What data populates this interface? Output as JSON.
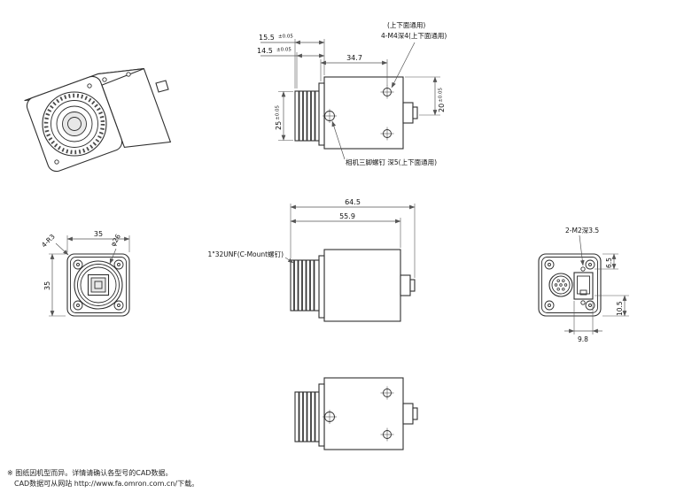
{
  "page": {
    "background": "#ffffff",
    "line_color": "#2f2f2f"
  },
  "views": {
    "top": {
      "dims": {
        "d155": {
          "v": "15.5",
          "tol": "±0.05"
        },
        "d145": {
          "v": "14.5",
          "tol": "±0.05"
        },
        "d347": {
          "v": "34.7"
        },
        "d25": {
          "v": "25",
          "tol": "±0.05"
        },
        "d20": {
          "v": "20",
          "tol": "±0.05"
        }
      },
      "notes": {
        "common": "(上下面通用)",
        "m4": "4-M4深4(上下面通用)",
        "tripod": "相机三脚螺钉 深5(上下面通用)"
      }
    },
    "front": {
      "dims": {
        "w": "35",
        "h": "35",
        "corner": "4-R3",
        "lens": "φ26"
      }
    },
    "side": {
      "dims": {
        "overall": "64.5",
        "body": "55.9"
      },
      "note": "1\"32UNF(C-Mount螺钉)"
    },
    "rear": {
      "note": "2-M2深3.5",
      "dims": {
        "a": "6.5",
        "b": "10.5",
        "c": "9.8"
      }
    }
  },
  "footer": {
    "line1": "※ 图纸因机型而异。详情请确认各型号的CAD数据。",
    "line2": "CAD数据可从网站 http://www.fa.omron.com.cn/下载。"
  }
}
